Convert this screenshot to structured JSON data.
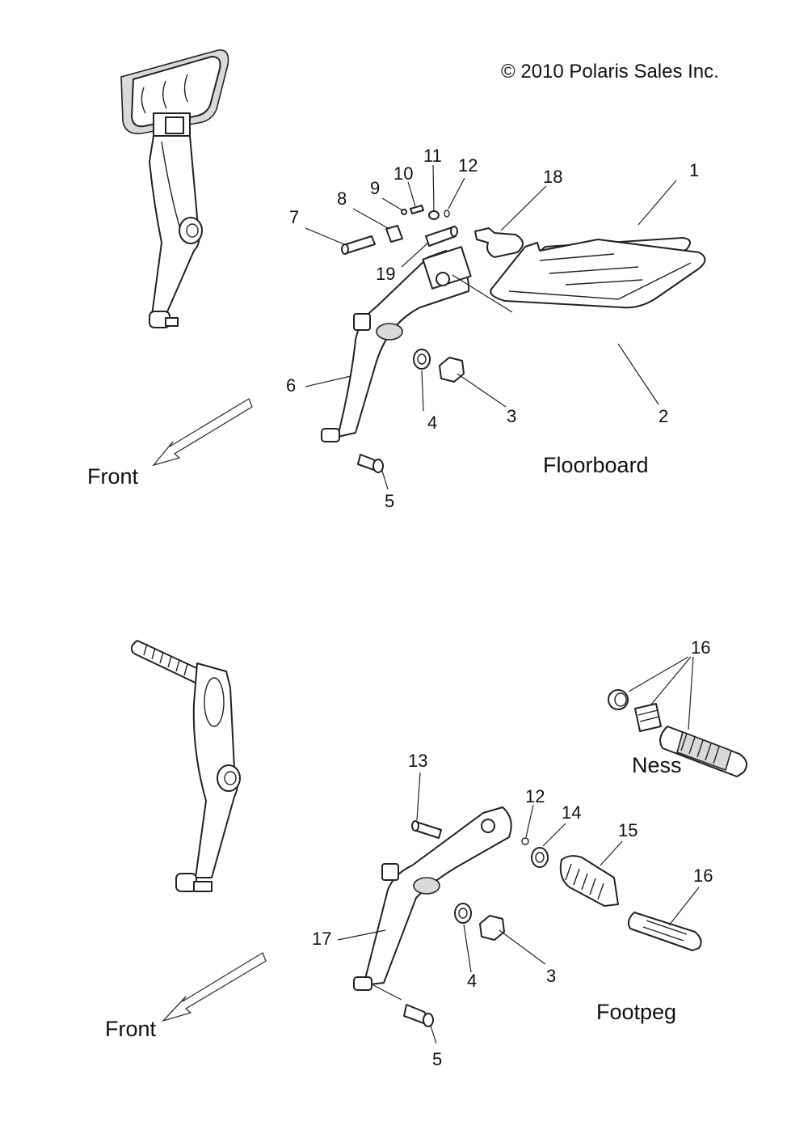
{
  "copyright": "© 2010 Polaris Sales Inc.",
  "sections": {
    "floorboard": {
      "title": "Floorboard",
      "front_label": "Front"
    },
    "footpeg": {
      "title": "Footpeg",
      "front_label": "Front",
      "variant_label": "Ness"
    }
  },
  "callouts_floorboard": [
    "1",
    "2",
    "3",
    "4",
    "5",
    "6",
    "7",
    "8",
    "9",
    "10",
    "11",
    "12",
    "18",
    "19"
  ],
  "callouts_footpeg": [
    "3",
    "4",
    "5",
    "12",
    "13",
    "14",
    "15",
    "16",
    "16",
    "17"
  ]
}
